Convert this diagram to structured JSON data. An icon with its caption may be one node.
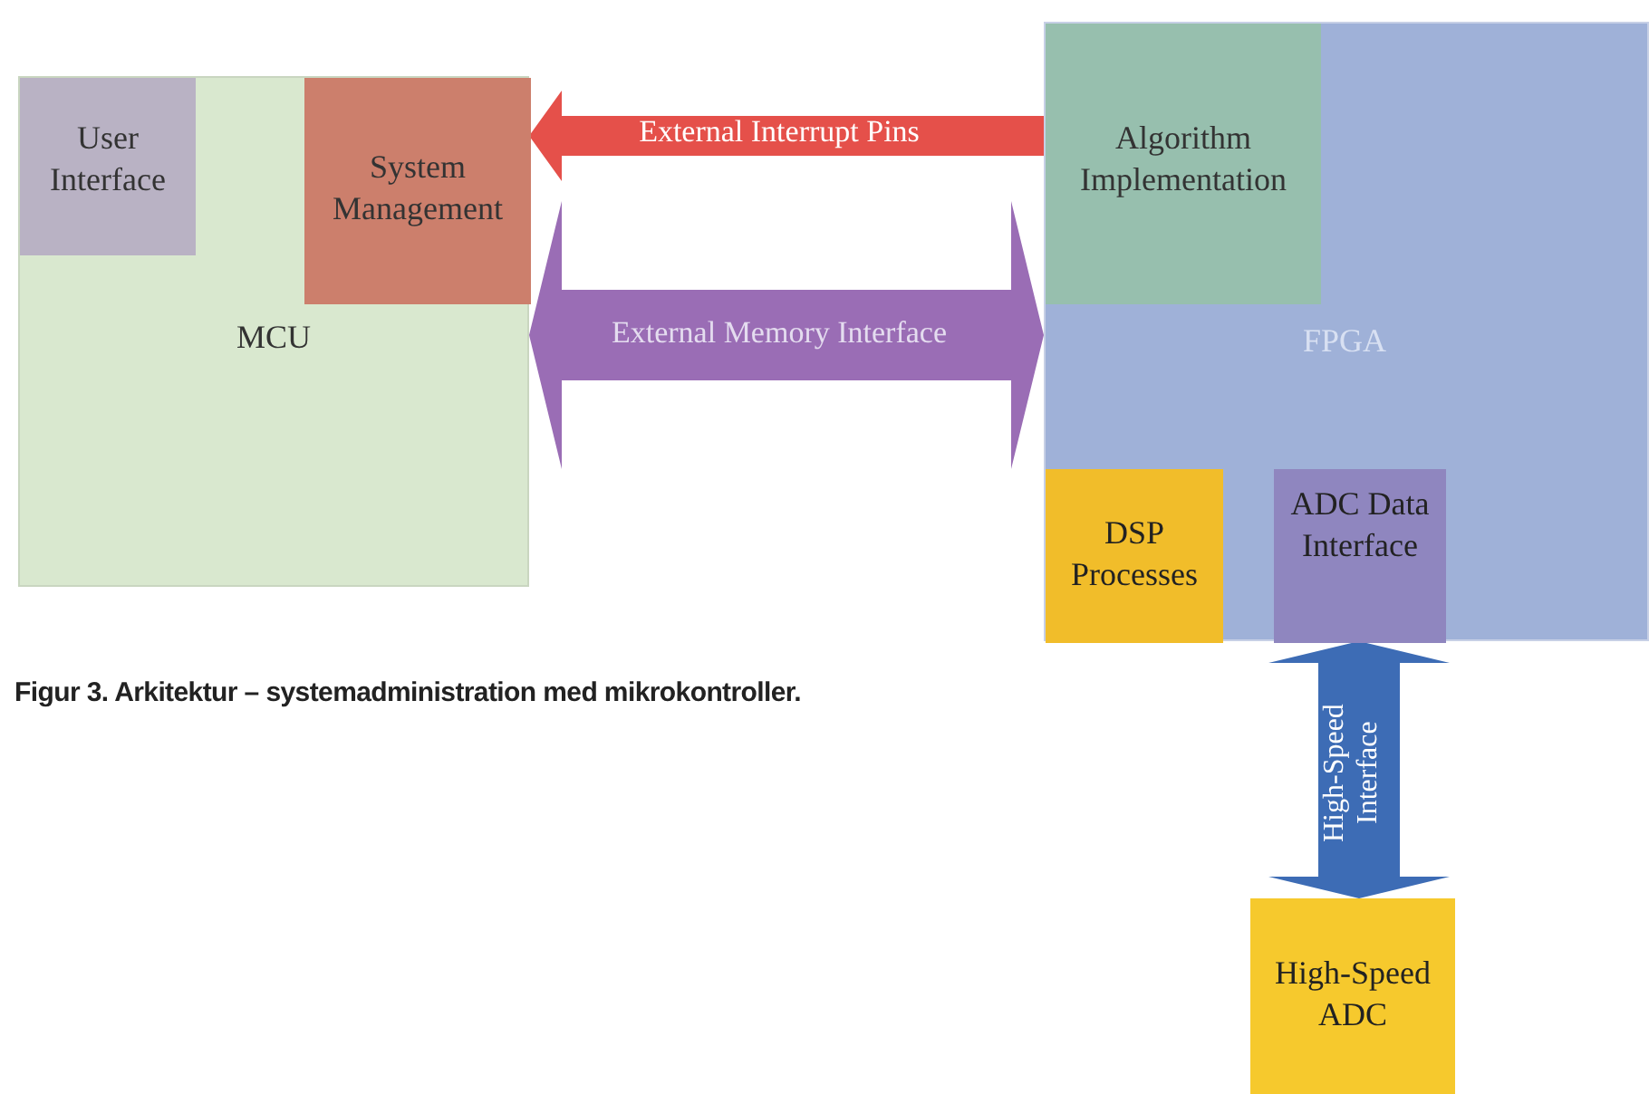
{
  "diagram": {
    "caption": "Figur 3. Arkitektur – systemadministration med mikrokontroller.",
    "nodes": [
      {
        "text": [
          "MCU"
        ]
      },
      {
        "text": [
          "User Interface"
        ],
        "in": 0
      },
      {
        "text": [
          "System Management"
        ],
        "in": 0
      },
      {
        "text": [
          "FPGA"
        ]
      },
      {
        "text": [
          "Algorithm Implementation"
        ],
        "in": 3
      },
      {
        "text": [
          "DSP Processes"
        ],
        "in": 3
      },
      {
        "text": [
          "ADC Data Interface"
        ],
        "in": 3
      },
      {
        "text": [
          "High-Speed ADC"
        ]
      }
    ],
    "edges": [
      {
        "from": 4,
        "to": 2,
        "arrow": "to",
        "label": "External Interrupt Pins",
        "style": "thick",
        "color": "#e5504a"
      },
      {
        "from": 0,
        "to": 3,
        "arrow": "both",
        "label": "External Memory Interface",
        "style": "thick",
        "color": "#9a6db5"
      },
      {
        "from": 6,
        "to": 7,
        "arrow": "both",
        "label": "High-Speed Interface",
        "style": "thick",
        "color": "#3d6cb5"
      }
    ]
  }
}
